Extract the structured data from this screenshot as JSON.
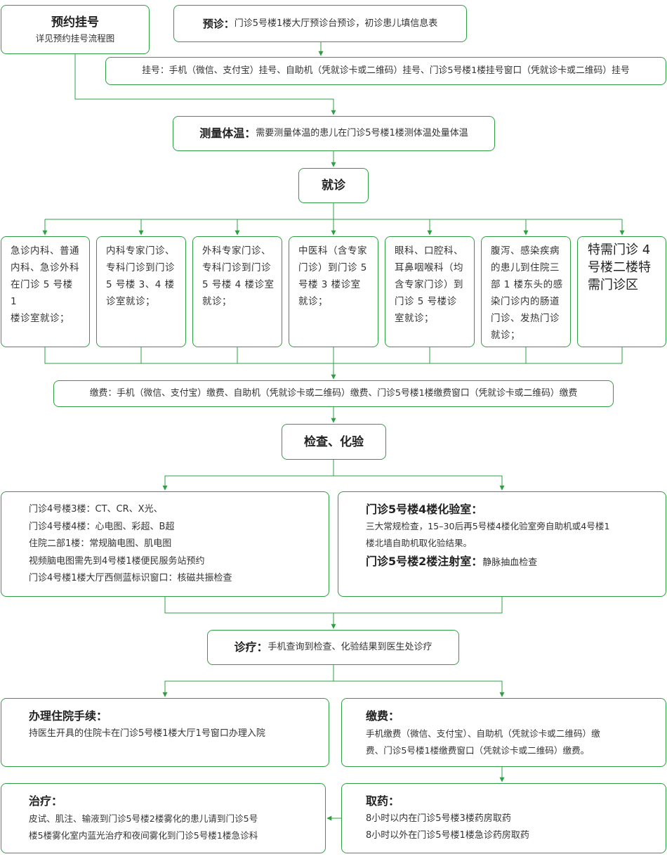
{
  "colors": {
    "accent": "#2ea043"
  },
  "appointment": {
    "title": "预约挂号",
    "subtitle": "详见预约挂号流程图"
  },
  "pretriage": {
    "label": "预诊：",
    "text": "门诊5号楼1楼大厅预诊台预诊，初诊患儿填信息表"
  },
  "registration": {
    "label": "挂号：",
    "text": "手机（微信、支付宝）挂号、自助机（凭就诊卡或二维码）挂号、门诊5号楼1楼挂号窗口（凭就诊卡或二维码）挂号"
  },
  "temperature": {
    "label": "测量体温：",
    "text": "需要测量体温的患儿在门诊5号楼1楼测体温处量体温"
  },
  "visit": {
    "title": "就诊"
  },
  "departments": [
    {
      "lines": [
        "急诊内科、普通",
        "内科、急诊外科",
        "在门诊 5 号楼 1",
        "楼诊室就诊；"
      ]
    },
    {
      "lines": [
        "内科专家门诊、",
        "专科门诊到门诊",
        "5 号楼 3、4 楼",
        "诊室就诊；"
      ]
    },
    {
      "lines": [
        "外科专家门诊、",
        "专科门诊到门诊",
        "5 号楼 4 楼诊室",
        "就诊；"
      ]
    },
    {
      "lines": [
        "中医科（含专家",
        "门诊）到门诊 5",
        "号楼 3 楼诊室",
        "就诊；"
      ]
    },
    {
      "lines": [
        "眼科、口腔科、",
        "耳鼻咽喉科（均",
        "含专家门诊）到",
        "门诊 5 号楼诊",
        "室就诊；"
      ]
    },
    {
      "lines": [
        "腹泻、感染疾病",
        "的患儿到住院三",
        "部 1 楼东头的感",
        "染门诊内的肠道",
        "门诊、发热门诊",
        "就诊；"
      ]
    },
    {
      "lines": [
        "特需门诊 4",
        "号楼二楼特",
        "需门诊区"
      ]
    }
  ],
  "payment1": {
    "label": "缴费：",
    "text": "手机（微信、支付宝）缴费、自助机（凭就诊卡或二维码）缴费、门诊5号楼1楼缴费窗口（凭就诊卡或二维码）缴费"
  },
  "exam": {
    "title": "检查、化验"
  },
  "exam_left": {
    "lines": [
      "门诊4号楼3楼：CT、CR、X光、",
      "门诊4号楼4楼：心电图、彩超、B超",
      "住院二部1楼：常规脑电图、肌电图",
      "视频脑电图需先到4号楼1楼便民服务站预约",
      "门诊4号楼1楼大厅西侧蓝标识窗口：核磁共振检查"
    ]
  },
  "exam_right": {
    "lab_title": "门诊5号楼4楼化验室：",
    "lab_line1": "三大常规检查，15–30后再5号楼4楼化验室旁自助机或4号楼1",
    "lab_line2": "楼北墙自助机取化验结果。",
    "injection_title": "门诊5号楼2楼注射室：",
    "injection_text": "静脉抽血检查"
  },
  "diagnosis": {
    "label": "诊疗：",
    "text": "手机查询到检查、化验结果到医生处诊疗"
  },
  "admission": {
    "title": "办理住院手续：",
    "text": "持医生开具的住院卡在门诊5号楼1楼大厅1号窗口办理入院"
  },
  "payment2": {
    "title": "缴费：",
    "line1": "手机缴费（微信、支付宝）、自助机（凭就诊卡或二维码）缴",
    "line2": "费、门诊5号楼1楼缴费窗口（凭就诊卡或二维码）缴费。"
  },
  "treatment": {
    "title": "治疗：",
    "line1": "皮试、肌注、输液到门诊5号楼2楼雾化的患儿请到门诊5号",
    "line2": "楼5楼雾化室内蓝光治疗和夜间雾化到门诊5号楼1楼急诊科"
  },
  "medicine": {
    "title": "取药：",
    "line1": "8小时以内在门诊5号楼3楼药房取药",
    "line2": "8小时以外在门诊5号楼1楼急诊药房取药"
  }
}
